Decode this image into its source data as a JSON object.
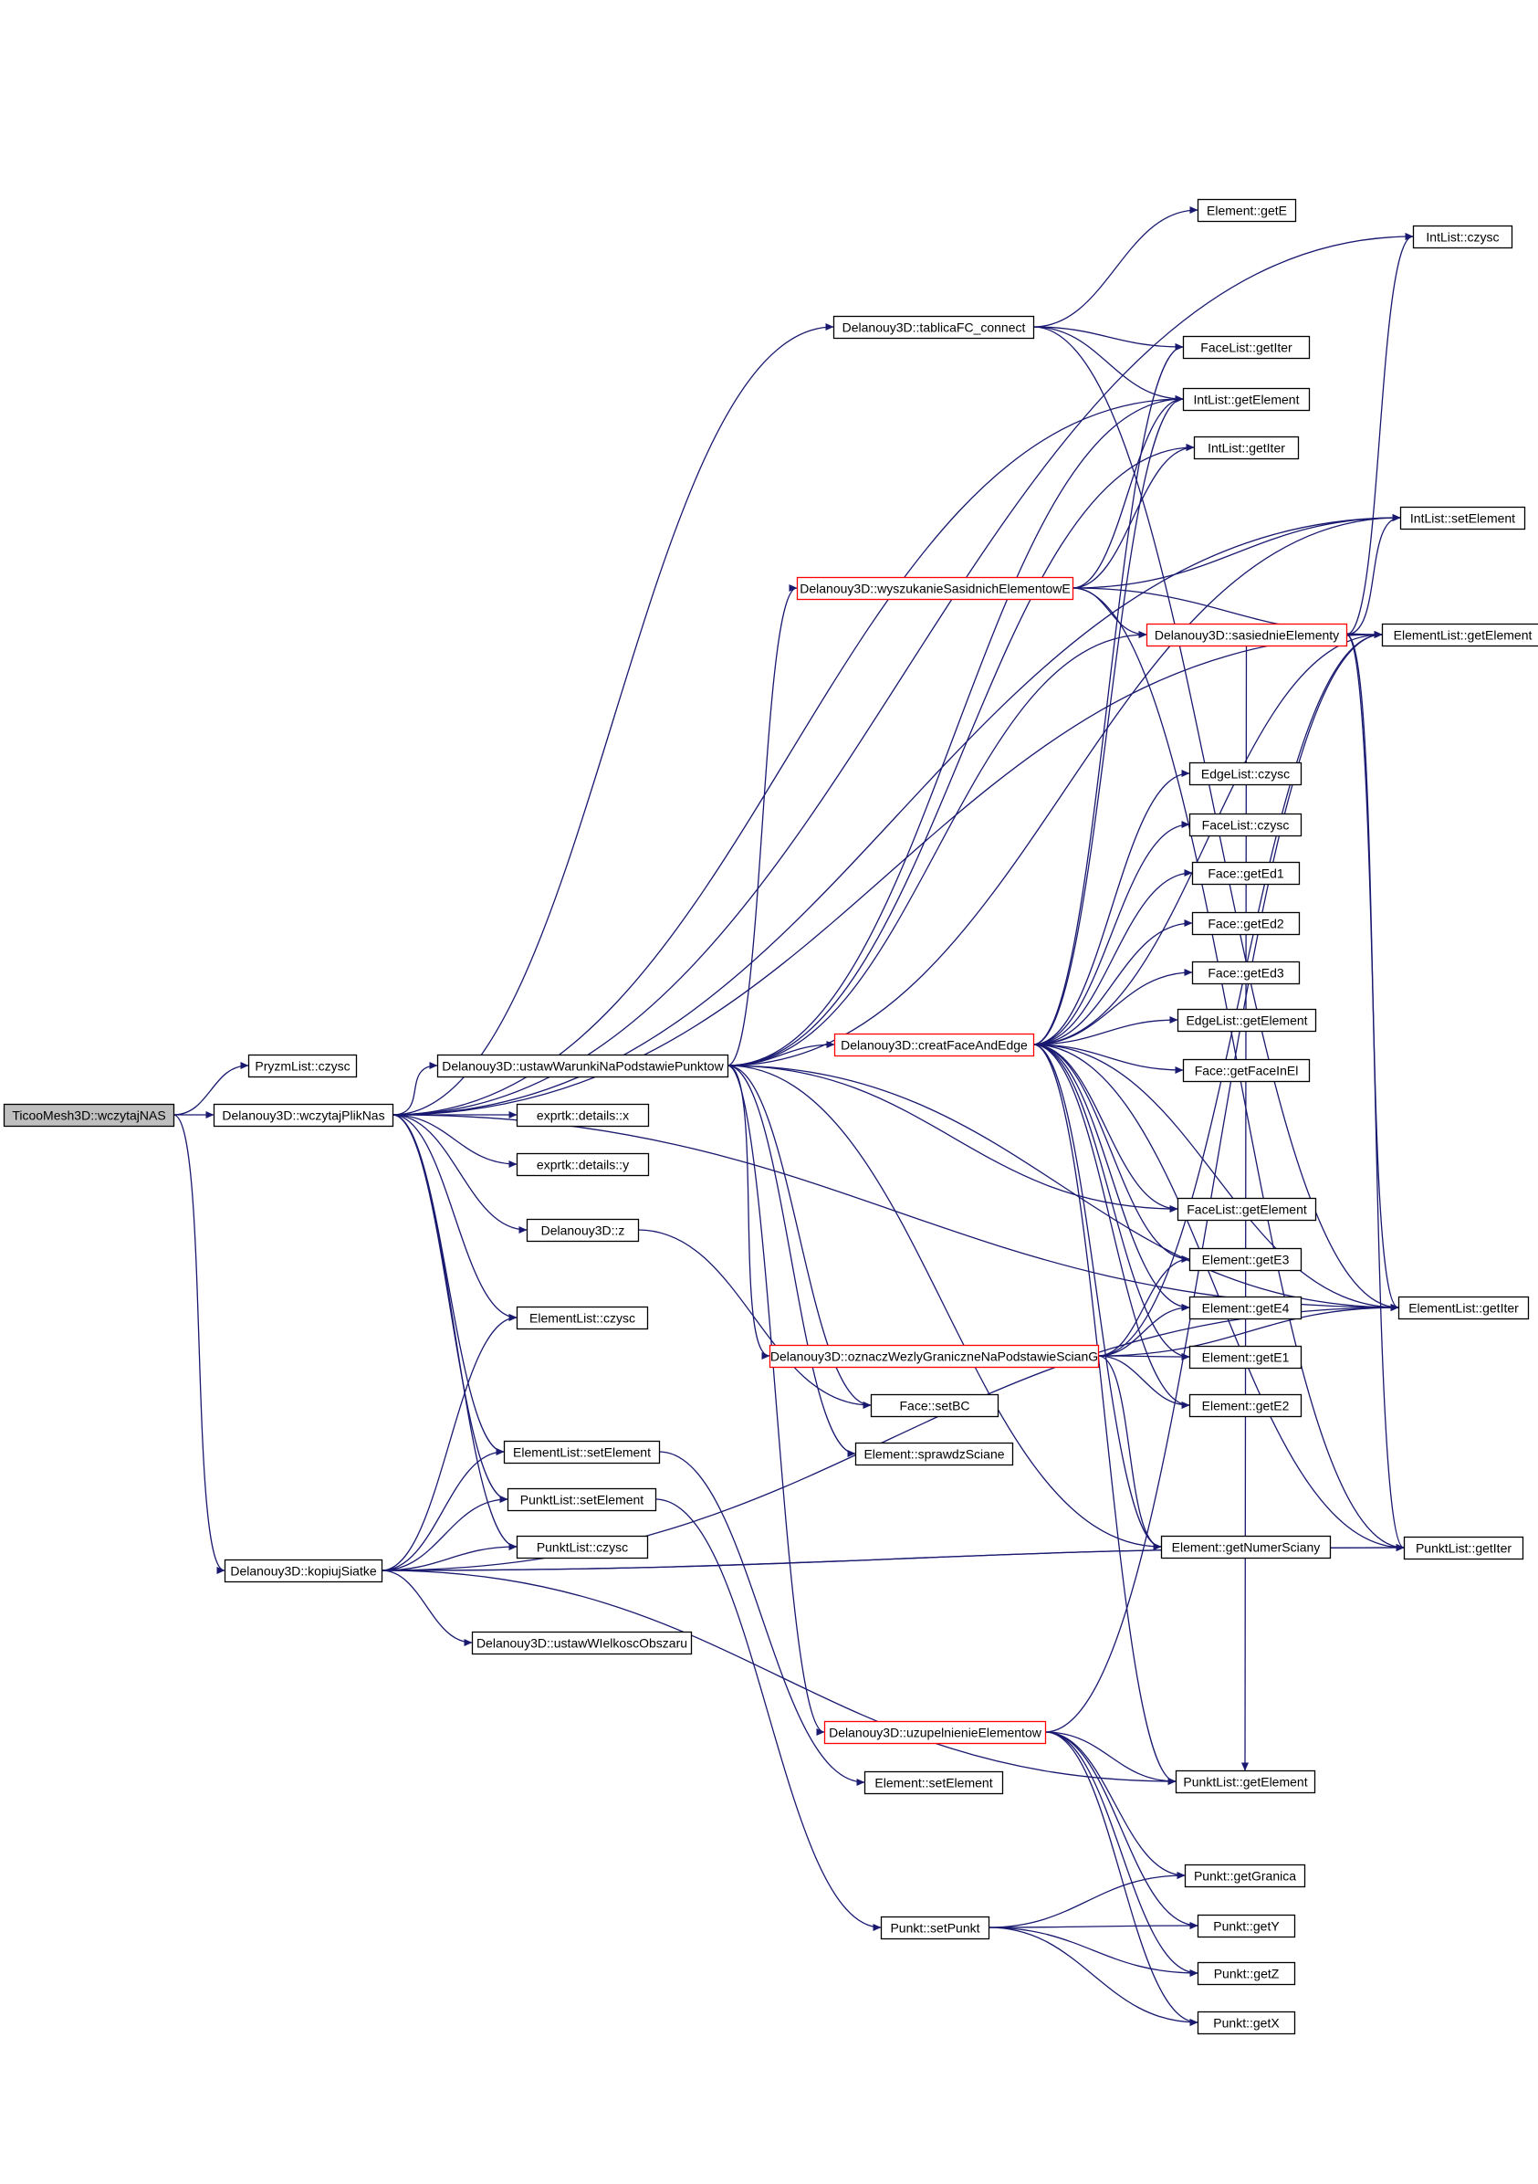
{
  "colors": {
    "edge": "#191970",
    "node_border": "#000000",
    "node_fill": "#ffffff",
    "root_fill": "#bfbfbf",
    "truncated_border": "#ff0000"
  },
  "nodes": [
    {
      "id": "root",
      "label": "TicooMesh3D::wczytajNAS",
      "style": "root"
    },
    {
      "id": "pryzm_czysc",
      "label": "PryzmList::czysc"
    },
    {
      "id": "wczytajPlikNas",
      "label": "Delanouy3D::wczytajPlikNas"
    },
    {
      "id": "kopiujSiatke",
      "label": "Delanouy3D::kopiujSiatke"
    },
    {
      "id": "ustawWarunki",
      "label": "Delanouy3D::ustawWarunkiNaPodstawiePunktow"
    },
    {
      "id": "exprtk_x",
      "label": "exprtk::details::x"
    },
    {
      "id": "exprtk_y",
      "label": "exprtk::details::y"
    },
    {
      "id": "delz",
      "label": "Delanouy3D::z"
    },
    {
      "id": "el_czysc",
      "label": "ElementList::czysc"
    },
    {
      "id": "el_setElement",
      "label": "ElementList::setElement"
    },
    {
      "id": "pl_setElement",
      "label": "PunktList::setElement"
    },
    {
      "id": "pl_czysc",
      "label": "PunktList::czysc"
    },
    {
      "id": "ustawWielkosc",
      "label": "Delanouy3D::ustawWIelkoscObszaru"
    },
    {
      "id": "tablicaFC",
      "label": "Delanouy3D::tablicaFC_connect"
    },
    {
      "id": "wyszukanie",
      "label": "Delanouy3D::wyszukanieSasidnichElementowE",
      "style": "truncated"
    },
    {
      "id": "creatFace",
      "label": "Delanouy3D::creatFaceAndEdge",
      "style": "truncated"
    },
    {
      "id": "oznacz",
      "label": "Delanouy3D::oznaczWezlyGraniczneNaPodstawieScianG",
      "style": "truncated"
    },
    {
      "id": "face_setBC",
      "label": "Face::setBC"
    },
    {
      "id": "el_sprawdz",
      "label": "Element::sprawdzSciane"
    },
    {
      "id": "uzupelnienie",
      "label": "Delanouy3D::uzupelnienieElementow",
      "style": "truncated"
    },
    {
      "id": "el_setElement2",
      "label": "Element::setElement"
    },
    {
      "id": "setPunkt",
      "label": "Punkt::setPunkt"
    },
    {
      "id": "getE",
      "label": "Element::getE"
    },
    {
      "id": "fl_getIter",
      "label": "FaceList::getIter"
    },
    {
      "id": "il_getElement",
      "label": "IntList::getElement"
    },
    {
      "id": "il_getIter",
      "label": "IntList::getIter"
    },
    {
      "id": "sasiednie",
      "label": "Delanouy3D::sasiednieElementy",
      "style": "truncated"
    },
    {
      "id": "edl_czysc",
      "label": "EdgeList::czysc"
    },
    {
      "id": "fl_czysc",
      "label": "FaceList::czysc"
    },
    {
      "id": "getEd1",
      "label": "Face::getEd1"
    },
    {
      "id": "getEd2",
      "label": "Face::getEd2"
    },
    {
      "id": "getEd3",
      "label": "Face::getEd3"
    },
    {
      "id": "edl_getElement",
      "label": "EdgeList::getElement"
    },
    {
      "id": "getFaceInEl",
      "label": "Face::getFaceInEl"
    },
    {
      "id": "fl_getElement",
      "label": "FaceList::getElement"
    },
    {
      "id": "getE3",
      "label": "Element::getE3"
    },
    {
      "id": "getE4",
      "label": "Element::getE4"
    },
    {
      "id": "getE1",
      "label": "Element::getE1"
    },
    {
      "id": "getE2",
      "label": "Element::getE2"
    },
    {
      "id": "getNumerSciany",
      "label": "Element::getNumerSciany"
    },
    {
      "id": "pl_getElement",
      "label": "PunktList::getElement"
    },
    {
      "id": "getGranica",
      "label": "Punkt::getGranica"
    },
    {
      "id": "getY",
      "label": "Punkt::getY"
    },
    {
      "id": "getZ",
      "label": "Punkt::getZ"
    },
    {
      "id": "getX",
      "label": "Punkt::getX"
    },
    {
      "id": "il_czysc",
      "label": "IntList::czysc"
    },
    {
      "id": "il_setElement",
      "label": "IntList::setElement"
    },
    {
      "id": "el_getElement",
      "label": "ElementList::getElement"
    },
    {
      "id": "el_getIter",
      "label": "ElementList::getIter"
    },
    {
      "id": "pl_getIter",
      "label": "PunktList::getIter"
    }
  ],
  "edges": [
    [
      "root",
      "pryzm_czysc"
    ],
    [
      "root",
      "wczytajPlikNas"
    ],
    [
      "root",
      "kopiujSiatke"
    ],
    [
      "wczytajPlikNas",
      "ustawWarunki"
    ],
    [
      "wczytajPlikNas",
      "exprtk_x"
    ],
    [
      "wczytajPlikNas",
      "exprtk_y"
    ],
    [
      "wczytajPlikNas",
      "delz"
    ],
    [
      "wczytajPlikNas",
      "el_czysc"
    ],
    [
      "wczytajPlikNas",
      "el_setElement"
    ],
    [
      "wczytajPlikNas",
      "pl_setElement"
    ],
    [
      "wczytajPlikNas",
      "pl_czysc"
    ],
    [
      "wczytajPlikNas",
      "tablicaFC"
    ],
    [
      "wczytajPlikNas",
      "il_czysc"
    ],
    [
      "wczytajPlikNas",
      "il_setElement"
    ],
    [
      "wczytajPlikNas",
      "el_getElement"
    ],
    [
      "wczytajPlikNas",
      "il_getElement"
    ],
    [
      "wczytajPlikNas",
      "el_getIter"
    ],
    [
      "kopiujSiatke",
      "el_czysc"
    ],
    [
      "kopiujSiatke",
      "el_setElement"
    ],
    [
      "kopiujSiatke",
      "pl_setElement"
    ],
    [
      "kopiujSiatke",
      "pl_czysc"
    ],
    [
      "kopiujSiatke",
      "ustawWielkosc"
    ],
    [
      "kopiujSiatke",
      "pl_getIter"
    ],
    [
      "kopiujSiatke",
      "pl_getElement"
    ],
    [
      "kopiujSiatke",
      "el_getIter"
    ],
    [
      "kopiujSiatke",
      "pl_getIter"
    ],
    [
      "ustawWarunki",
      "creatFace"
    ],
    [
      "ustawWarunki",
      "wyszukanie"
    ],
    [
      "ustawWarunki",
      "sasiednie"
    ],
    [
      "ustawWarunki",
      "il_getElement"
    ],
    [
      "ustawWarunki",
      "il_getIter"
    ],
    [
      "ustawWarunki",
      "fl_getElement"
    ],
    [
      "ustawWarunki",
      "oznacz"
    ],
    [
      "ustawWarunki",
      "uzupelnienie"
    ],
    [
      "ustawWarunki",
      "face_setBC"
    ],
    [
      "ustawWarunki",
      "el_sprawdz"
    ],
    [
      "ustawWarunki",
      "getNumerSciany"
    ],
    [
      "ustawWarunki",
      "el_getIter"
    ],
    [
      "ustawWarunki",
      "il_setElement"
    ],
    [
      "delz",
      "face_setBC"
    ],
    [
      "el_setElement",
      "el_setElement2"
    ],
    [
      "pl_setElement",
      "setPunkt"
    ],
    [
      "tablicaFC",
      "getE"
    ],
    [
      "tablicaFC",
      "fl_getIter"
    ],
    [
      "tablicaFC",
      "il_getElement"
    ],
    [
      "tablicaFC",
      "el_getIter"
    ],
    [
      "wyszukanie",
      "il_getElement"
    ],
    [
      "wyszukanie",
      "il_getIter"
    ],
    [
      "wyszukanie",
      "il_setElement"
    ],
    [
      "wyszukanie",
      "sasiednie"
    ],
    [
      "wyszukanie",
      "el_getElement"
    ],
    [
      "wyszukanie",
      "pl_getIter"
    ],
    [
      "sasiednie",
      "il_czysc"
    ],
    [
      "sasiednie",
      "il_setElement"
    ],
    [
      "sasiednie",
      "el_getElement"
    ],
    [
      "sasiednie",
      "el_getIter"
    ],
    [
      "sasiednie",
      "pl_getIter"
    ],
    [
      "sasiednie",
      "pl_getElement"
    ],
    [
      "creatFace",
      "edl_czysc"
    ],
    [
      "creatFace",
      "fl_czysc"
    ],
    [
      "creatFace",
      "getEd1"
    ],
    [
      "creatFace",
      "getEd2"
    ],
    [
      "creatFace",
      "getEd3"
    ],
    [
      "creatFace",
      "edl_getElement"
    ],
    [
      "creatFace",
      "getFaceInEl"
    ],
    [
      "creatFace",
      "fl_getElement"
    ],
    [
      "creatFace",
      "getE3"
    ],
    [
      "creatFace",
      "getE4"
    ],
    [
      "creatFace",
      "getE1"
    ],
    [
      "creatFace",
      "getE2"
    ],
    [
      "creatFace",
      "getNumerSciany"
    ],
    [
      "creatFace",
      "el_getIter"
    ],
    [
      "creatFace",
      "pl_getIter"
    ],
    [
      "creatFace",
      "fl_getIter"
    ],
    [
      "creatFace",
      "il_getElement"
    ],
    [
      "creatFace",
      "el_getElement"
    ],
    [
      "creatFace",
      "pl_getElement"
    ],
    [
      "oznacz",
      "getE3"
    ],
    [
      "oznacz",
      "getE4"
    ],
    [
      "oznacz",
      "getE1"
    ],
    [
      "oznacz",
      "getE2"
    ],
    [
      "oznacz",
      "el_getIter"
    ],
    [
      "oznacz",
      "el_getElement"
    ],
    [
      "oznacz",
      "getNumerSciany"
    ],
    [
      "uzupelnienie",
      "pl_getElement"
    ],
    [
      "uzupelnienie",
      "getGranica"
    ],
    [
      "uzupelnienie",
      "getY"
    ],
    [
      "uzupelnienie",
      "getZ"
    ],
    [
      "uzupelnienie",
      "getX"
    ],
    [
      "uzupelnienie",
      "el_getElement"
    ],
    [
      "setPunkt",
      "getGranica"
    ],
    [
      "setPunkt",
      "getY"
    ],
    [
      "setPunkt",
      "getZ"
    ],
    [
      "setPunkt",
      "getX"
    ]
  ]
}
